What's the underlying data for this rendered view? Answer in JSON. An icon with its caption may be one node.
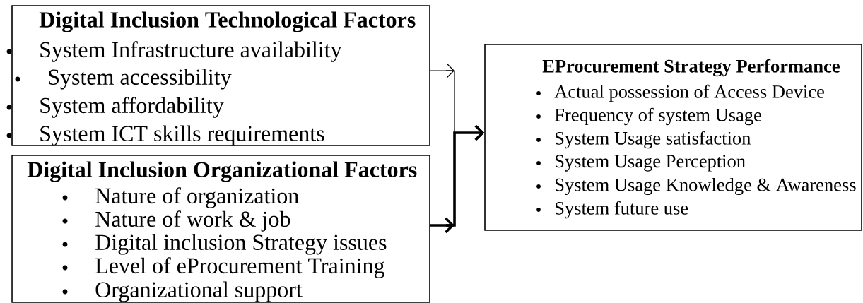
{
  "diagram": {
    "nodes": [
      {
        "text": [
          "Digital Inclusion Technological Factors",
          "System Infrastructure availability",
          "System accessibility",
          "System affordability",
          "System ICT skills requirements"
        ]
      },
      {
        "text": [
          "Digital Inclusion Organizational Factors",
          "Nature of organization",
          "Nature of work & job",
          "Digital inclusion Strategy issues",
          "Level of eProcurement Training",
          "Organizational support"
        ]
      },
      {
        "text": [
          "EProcurement Strategy Performance",
          "Actual possession of Access Device",
          "Frequency of system Usage",
          "System Usage satisfaction",
          "System Usage Perception",
          "System Usage Knowledge & Awareness",
          "System future use"
        ]
      }
    ],
    "edges": [
      {
        "from": 0,
        "to": 2,
        "arrow": "to"
      },
      {
        "from": 1,
        "to": 2,
        "arrow": "to",
        "style": "thick"
      }
    ]
  }
}
